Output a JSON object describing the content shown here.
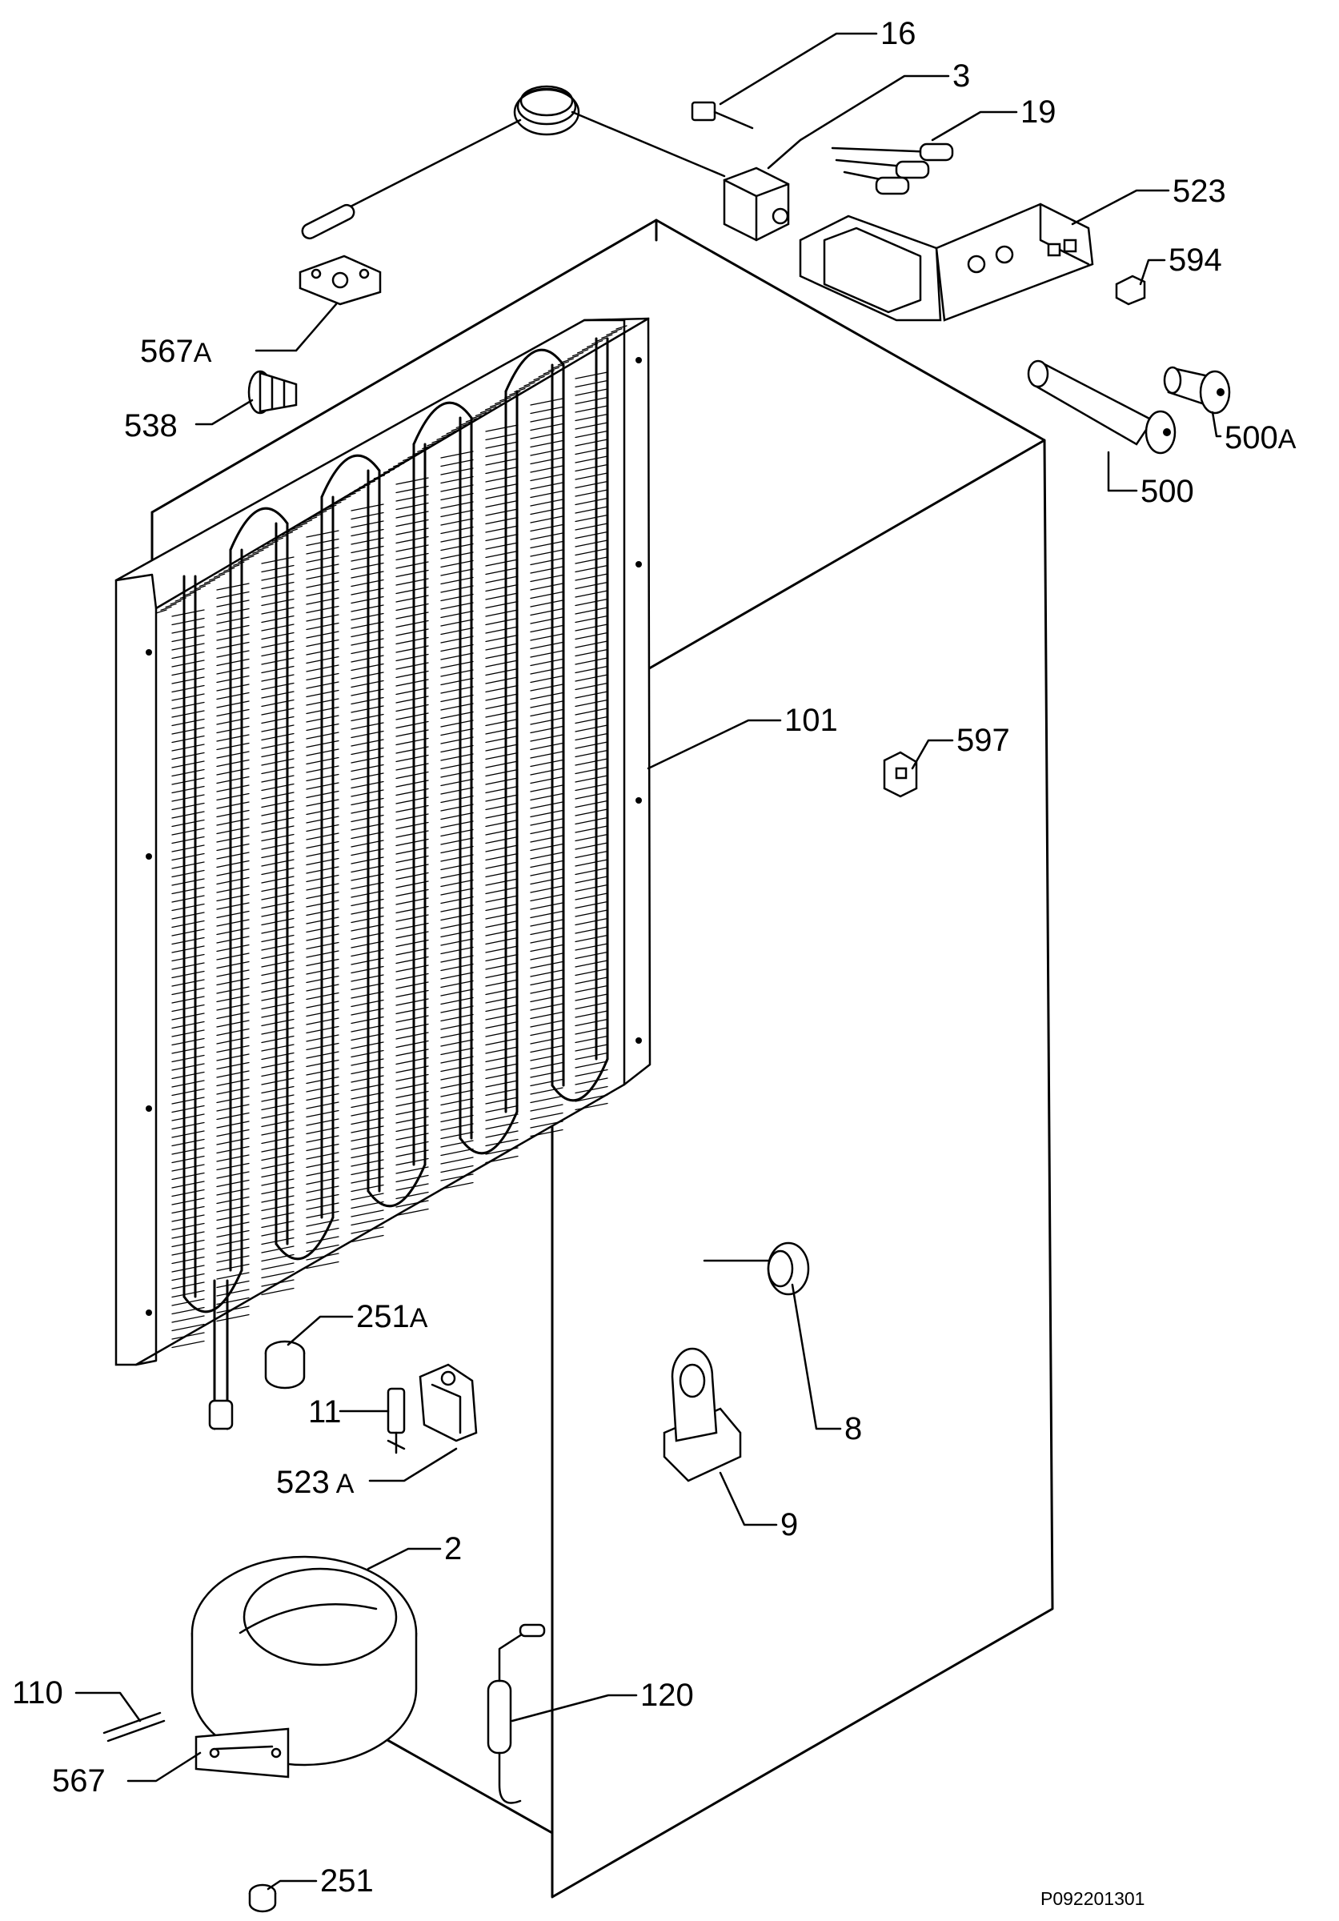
{
  "diagram": {
    "drawing_code": "P092201301",
    "callouts": [
      {
        "id": "c16",
        "text": "16"
      },
      {
        "id": "c3",
        "text": "3"
      },
      {
        "id": "c19",
        "text": "19"
      },
      {
        "id": "c523",
        "text": "523"
      },
      {
        "id": "c594",
        "text": "594"
      },
      {
        "id": "c567a",
        "text": "567",
        "suffix": "A"
      },
      {
        "id": "c538",
        "text": "538"
      },
      {
        "id": "c500a",
        "text": "500",
        "suffix": "A"
      },
      {
        "id": "c500",
        "text": "500"
      },
      {
        "id": "c101",
        "text": "101"
      },
      {
        "id": "c597",
        "text": "597"
      },
      {
        "id": "c251a",
        "text": "251",
        "suffix": "A"
      },
      {
        "id": "c11",
        "text": "11"
      },
      {
        "id": "c523a",
        "text": "523",
        "suffix": "A"
      },
      {
        "id": "c8",
        "text": "8"
      },
      {
        "id": "c9",
        "text": "9"
      },
      {
        "id": "c2",
        "text": "2"
      },
      {
        "id": "c110",
        "text": "110"
      },
      {
        "id": "c120",
        "text": "120"
      },
      {
        "id": "c567",
        "text": "567"
      },
      {
        "id": "c251",
        "text": "251"
      }
    ]
  }
}
